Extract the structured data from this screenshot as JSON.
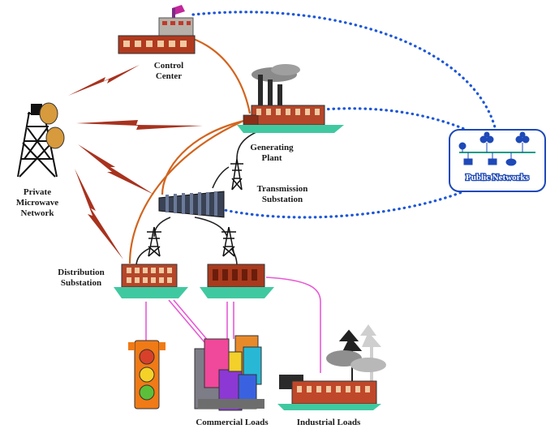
{
  "labels": {
    "control_center_1": "Control",
    "control_center_2": "Center",
    "generating_plant_1": "Generating",
    "generating_plant_2": "Plant",
    "transmission_1": "Transmission",
    "transmission_2": "Substation",
    "public_networks": "Public Networks",
    "private_1": "Private",
    "private_2": "Microwave",
    "private_3": "Network",
    "distribution_1": "Distribution",
    "distribution_2": "Substation",
    "commercial_loads": "Commercial Loads",
    "industrial_loads": "Industrial Loads"
  },
  "colors": {
    "power_line": "#d2641e",
    "network_link": "#1c56d8",
    "microwave": "#a8321e",
    "load_feed": "#e85ad6",
    "ground": "#40c9a0",
    "public_networks_box": "#1e49b8"
  }
}
